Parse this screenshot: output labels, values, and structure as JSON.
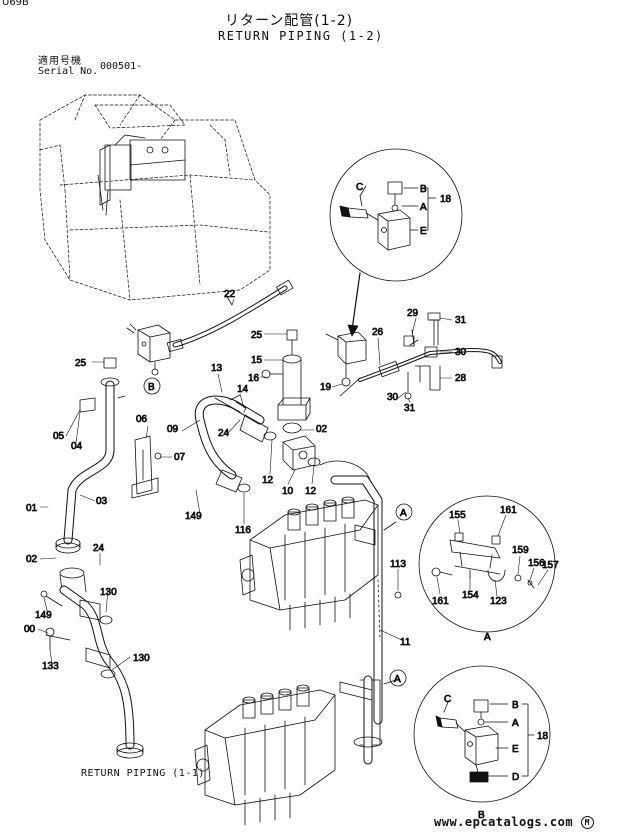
{
  "page_code": "U69B",
  "title_jp": "リターン配管(1-2)",
  "title_en": "RETURN PIPING (1-2)",
  "serial_label_jp": "適用号機",
  "serial_label_en": "Serial No.",
  "serial_number": "000501-",
  "sub_caption": "RETURN PIPING (1-1)",
  "watermark": "www.epcatalogs.com",
  "watermark_mark": "M",
  "part_labels": {
    "p22": "22",
    "p25a": "25",
    "p25b": "25",
    "p15": "15",
    "p16": "16",
    "p13": "13",
    "p14": "14",
    "p19": "19",
    "p26": "26",
    "p29": "29",
    "p31a": "31",
    "p31b": "31",
    "p30a": "30",
    "p30b": "30",
    "p28": "28",
    "p05": "05",
    "p04": "04",
    "p06": "06",
    "p07": "07",
    "p09": "09",
    "p24a": "24",
    "p02a": "02",
    "p12a": "12",
    "p10": "10",
    "p12b": "12",
    "p01": "01",
    "p03": "03",
    "p149a": "149",
    "p116": "116",
    "p02b": "02",
    "p24b": "24",
    "p130a": "130",
    "p149b": "149",
    "p00": "00",
    "p130b": "130",
    "p133": "133",
    "p113": "113",
    "p11": "11",
    "pB1": "B"
  },
  "detail_top": {
    "c": "C",
    "b": "B",
    "a": "A",
    "e": "E",
    "num": "18"
  },
  "detail_a": {
    "caption": "A",
    "l155": "155",
    "l161a": "161",
    "l159": "159",
    "l156": "156",
    "l157": "157",
    "l161b": "161",
    "l154": "154",
    "l123": "123"
  },
  "callout_a1": "A",
  "callout_a2": "A",
  "detail_b": {
    "c": "C",
    "b": "B",
    "a": "A",
    "e": "E",
    "d": "D",
    "num": "18",
    "caption": "B"
  }
}
